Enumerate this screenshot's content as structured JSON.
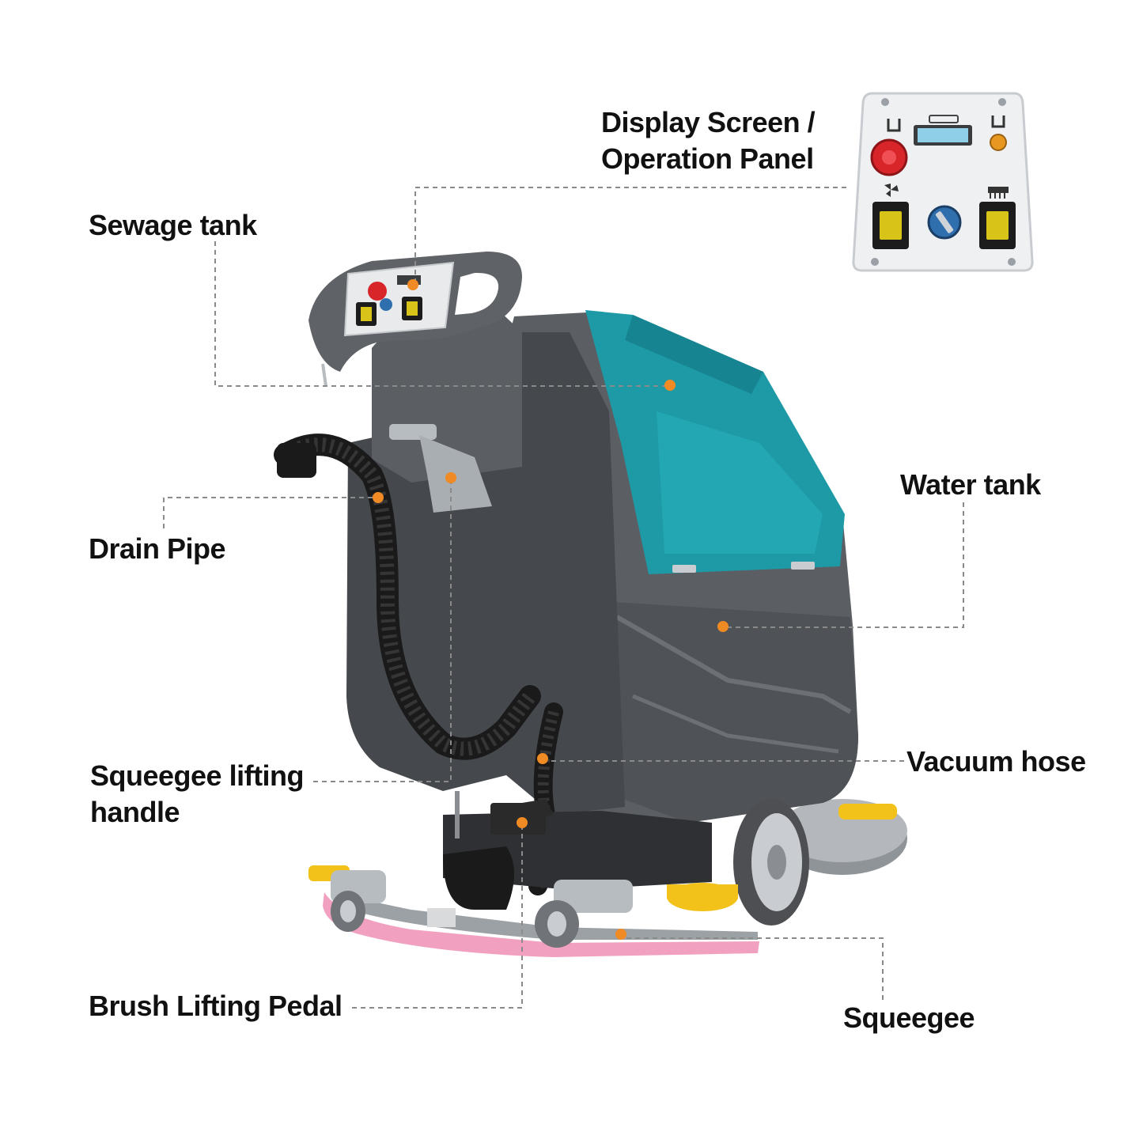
{
  "labels": {
    "display_line1": "Display Screen /",
    "display_line2": "Operation Panel",
    "sewage_tank": "Sewage tank",
    "water_tank": "Water tank",
    "drain_pipe": "Drain Pipe",
    "vacuum_hose": "Vacuum hose",
    "squeegee_line1": "Squeegee lifting",
    "squeegee_line2": "handle",
    "brush_pedal": "Brush Lifting Pedal",
    "squeegee": "Squeegee"
  },
  "colors": {
    "body_gray": "#5b5e63",
    "body_dark": "#45484c",
    "tank_teal": "#1e9aa6",
    "squeegee_pink": "#f2a0c0",
    "accent_yellow": "#f2c21b",
    "marker_orange": "#f08a24",
    "leader_gray": "#8a8a8a",
    "panel_bg": "#eef0f2"
  }
}
